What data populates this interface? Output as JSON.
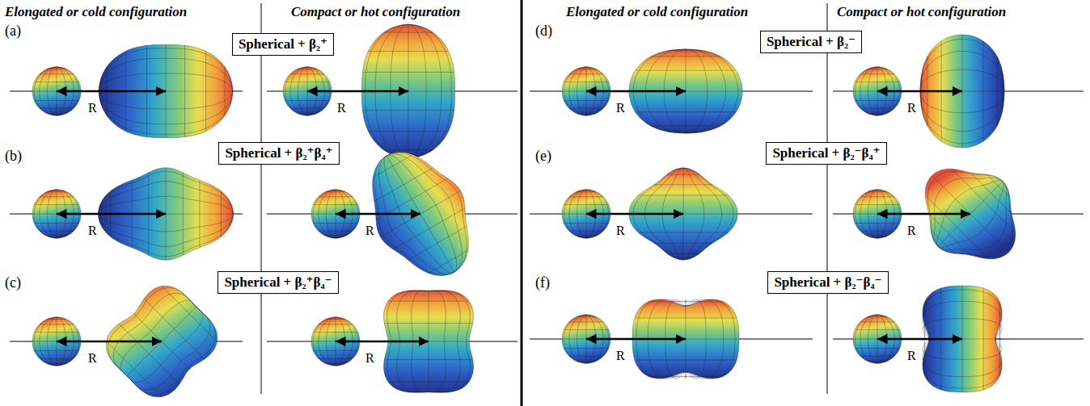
{
  "diagram": {
    "nodes": [
      {
        "text": [
          "Spherical + β₂⁺"
        ]
      },
      {
        "text": [
          "Spherical + β₂⁺β₄⁺"
        ]
      },
      {
        "text": [
          "Spherical + β₂⁺β₄⁻"
        ]
      },
      {
        "text": [
          "Spherical + β₂⁻"
        ]
      },
      {
        "text": [
          "Spherical + β₂⁻β₄⁺"
        ]
      },
      {
        "text": [
          "Spherical + β₂⁻β₄⁻"
        ]
      }
    ],
    "labels": [
      "Elongated or cold configuration",
      "Compact or hot configuration",
      "Elongated or cold configuration",
      "Compact or hot configuration",
      "(a)",
      "R",
      "R",
      "(b)",
      "R",
      "R",
      "(c)",
      "R",
      "R",
      "(d)",
      "R",
      "R",
      "(e)",
      "R",
      "R",
      "(f)",
      "R",
      "R"
    ]
  }
}
